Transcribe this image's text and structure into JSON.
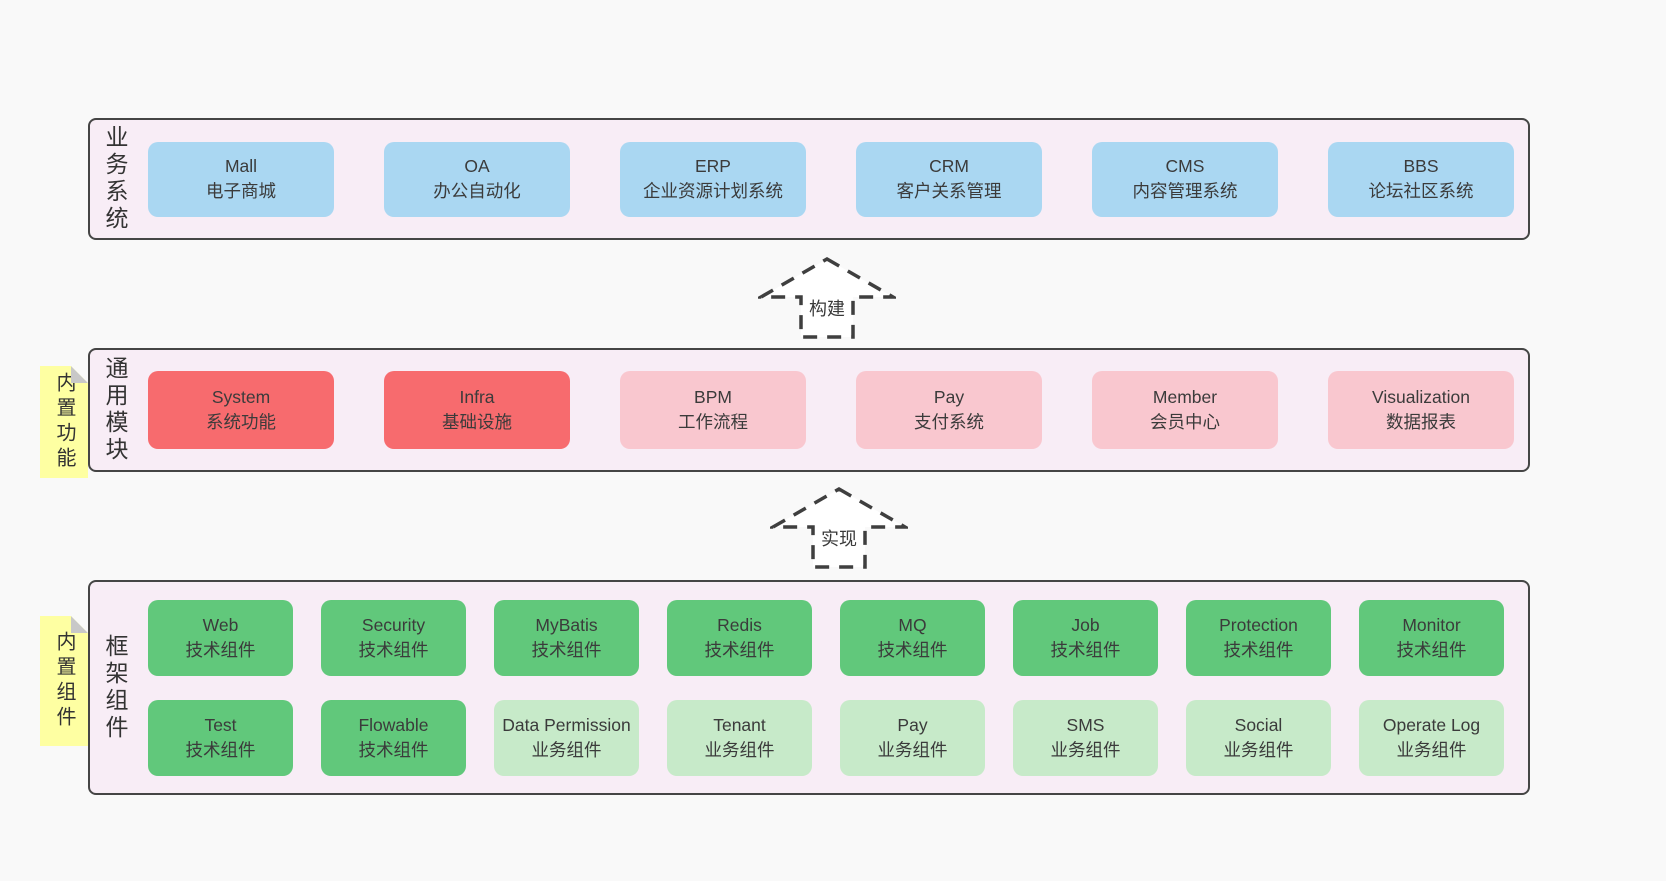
{
  "colors": {
    "page_background": "#f9f9f9",
    "container_background": "#f8edf6",
    "container_border": "#454545",
    "box_blue": "#aad7f2",
    "box_red": "#f76b6e",
    "box_pink": "#f9c7cf",
    "box_green": "#61c87b",
    "box_light_green": "#c7eac9",
    "note_yellow": "#feffa2",
    "note_fold_gray": "#c8c8c8",
    "text": "#3a3a3a"
  },
  "layers": [
    {
      "label": "业务系统",
      "boxes": [
        {
          "title": "Mall",
          "subtitle": "电子商城"
        },
        {
          "title": "OA",
          "subtitle": "办公自动化"
        },
        {
          "title": "ERP",
          "subtitle": "企业资源计划系统"
        },
        {
          "title": "CRM",
          "subtitle": "客户关系管理"
        },
        {
          "title": "CMS",
          "subtitle": "内容管理系统"
        },
        {
          "title": "BBS",
          "subtitle": "论坛社区系统"
        }
      ]
    },
    {
      "label": "通用模块",
      "note": "内置功能",
      "boxes": [
        {
          "title": "System",
          "subtitle": "系统功能"
        },
        {
          "title": "Infra",
          "subtitle": "基础设施"
        },
        {
          "title": "BPM",
          "subtitle": "工作流程"
        },
        {
          "title": "Pay",
          "subtitle": "支付系统"
        },
        {
          "title": "Member",
          "subtitle": "会员中心"
        },
        {
          "title": "Visualization",
          "subtitle": "数据报表"
        }
      ]
    },
    {
      "label": "框架组件",
      "note": "内置组件",
      "boxes": [
        {
          "title": "Web",
          "subtitle": "技术组件"
        },
        {
          "title": "Security",
          "subtitle": "技术组件"
        },
        {
          "title": "MyBatis",
          "subtitle": "技术组件"
        },
        {
          "title": "Redis",
          "subtitle": "技术组件"
        },
        {
          "title": "MQ",
          "subtitle": "技术组件"
        },
        {
          "title": "Job",
          "subtitle": "技术组件"
        },
        {
          "title": "Protection",
          "subtitle": "技术组件"
        },
        {
          "title": "Monitor",
          "subtitle": "技术组件"
        },
        {
          "title": "Test",
          "subtitle": "技术组件"
        },
        {
          "title": "Flowable",
          "subtitle": "技术组件"
        },
        {
          "title": "Data Permission",
          "subtitle": "业务组件"
        },
        {
          "title": "Tenant",
          "subtitle": "业务组件"
        },
        {
          "title": "Pay",
          "subtitle": "业务组件"
        },
        {
          "title": "SMS",
          "subtitle": "业务组件"
        },
        {
          "title": "Social",
          "subtitle": "业务组件"
        },
        {
          "title": "Operate Log",
          "subtitle": "业务组件"
        }
      ]
    }
  ],
  "arrows": [
    {
      "label": "构建"
    },
    {
      "label": "实现"
    }
  ]
}
